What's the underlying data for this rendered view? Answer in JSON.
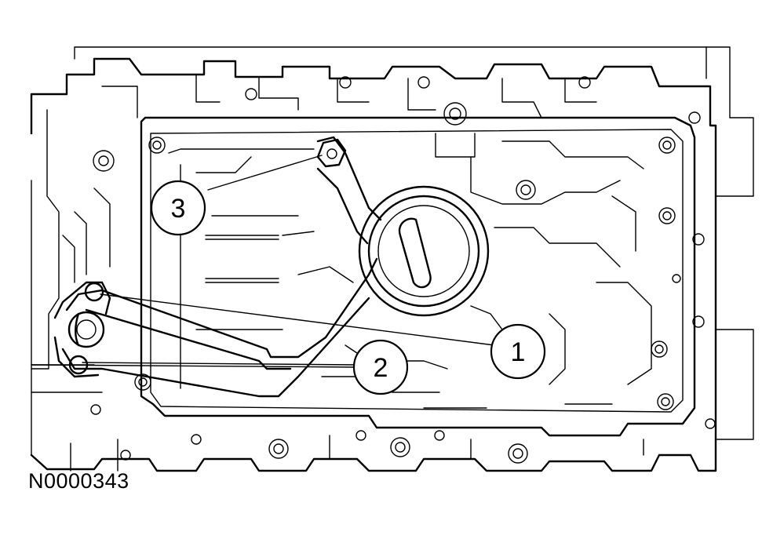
{
  "figure_id": "N0000343",
  "callouts": [
    {
      "label": "1",
      "part": "oil-pump-screen-and-pickup-tube"
    },
    {
      "label": "2",
      "part": "pickup-tube-bolts"
    },
    {
      "label": "3",
      "part": "pickup-tube-support-nut"
    }
  ]
}
